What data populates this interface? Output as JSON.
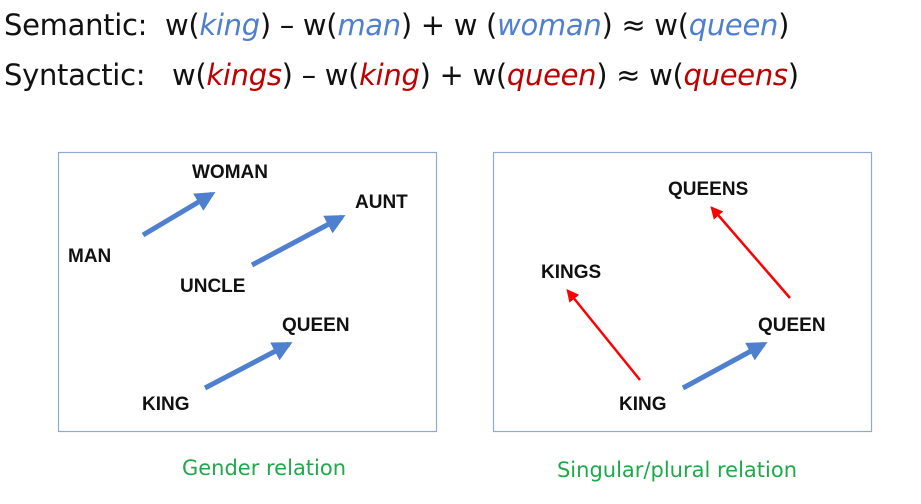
{
  "equations": {
    "semantic": {
      "label": "Semantic:",
      "w": "w(",
      "t1": "king",
      "close": ")",
      "minus": " – ",
      "w2": "w(",
      "t2": "man",
      "plus": " + ",
      "w3": "w (",
      "t3": "woman",
      "approx": " ≈ ",
      "w4": "w(",
      "t4": "queen"
    },
    "syntactic": {
      "label": "Syntactic:",
      "w": "w(",
      "t1": "kings",
      "close": ")",
      "minus": " – ",
      "w2": "w(",
      "t2": "king",
      "plus": " + ",
      "w3": "w(",
      "t3": "queen",
      "approx": " ≈ ",
      "w4": "w(",
      "t4": "queens"
    }
  },
  "gender_diagram": {
    "labels": {
      "woman": "WOMAN",
      "aunt": "AUNT",
      "man": "MAN",
      "uncle": "UNCLE",
      "queen": "QUEEN",
      "king": "KING"
    },
    "caption": "Gender relation"
  },
  "plural_diagram": {
    "labels": {
      "queens": "QUEENS",
      "kings": "KINGS",
      "queen": "QUEEN",
      "king": "KING"
    },
    "caption": "Singular/plural relation"
  },
  "colors": {
    "blue_arrow": "#4f7fcf",
    "red_arrow": "#ff0000",
    "caption": "#1faa4a",
    "box_border": "#8ea9d3"
  }
}
